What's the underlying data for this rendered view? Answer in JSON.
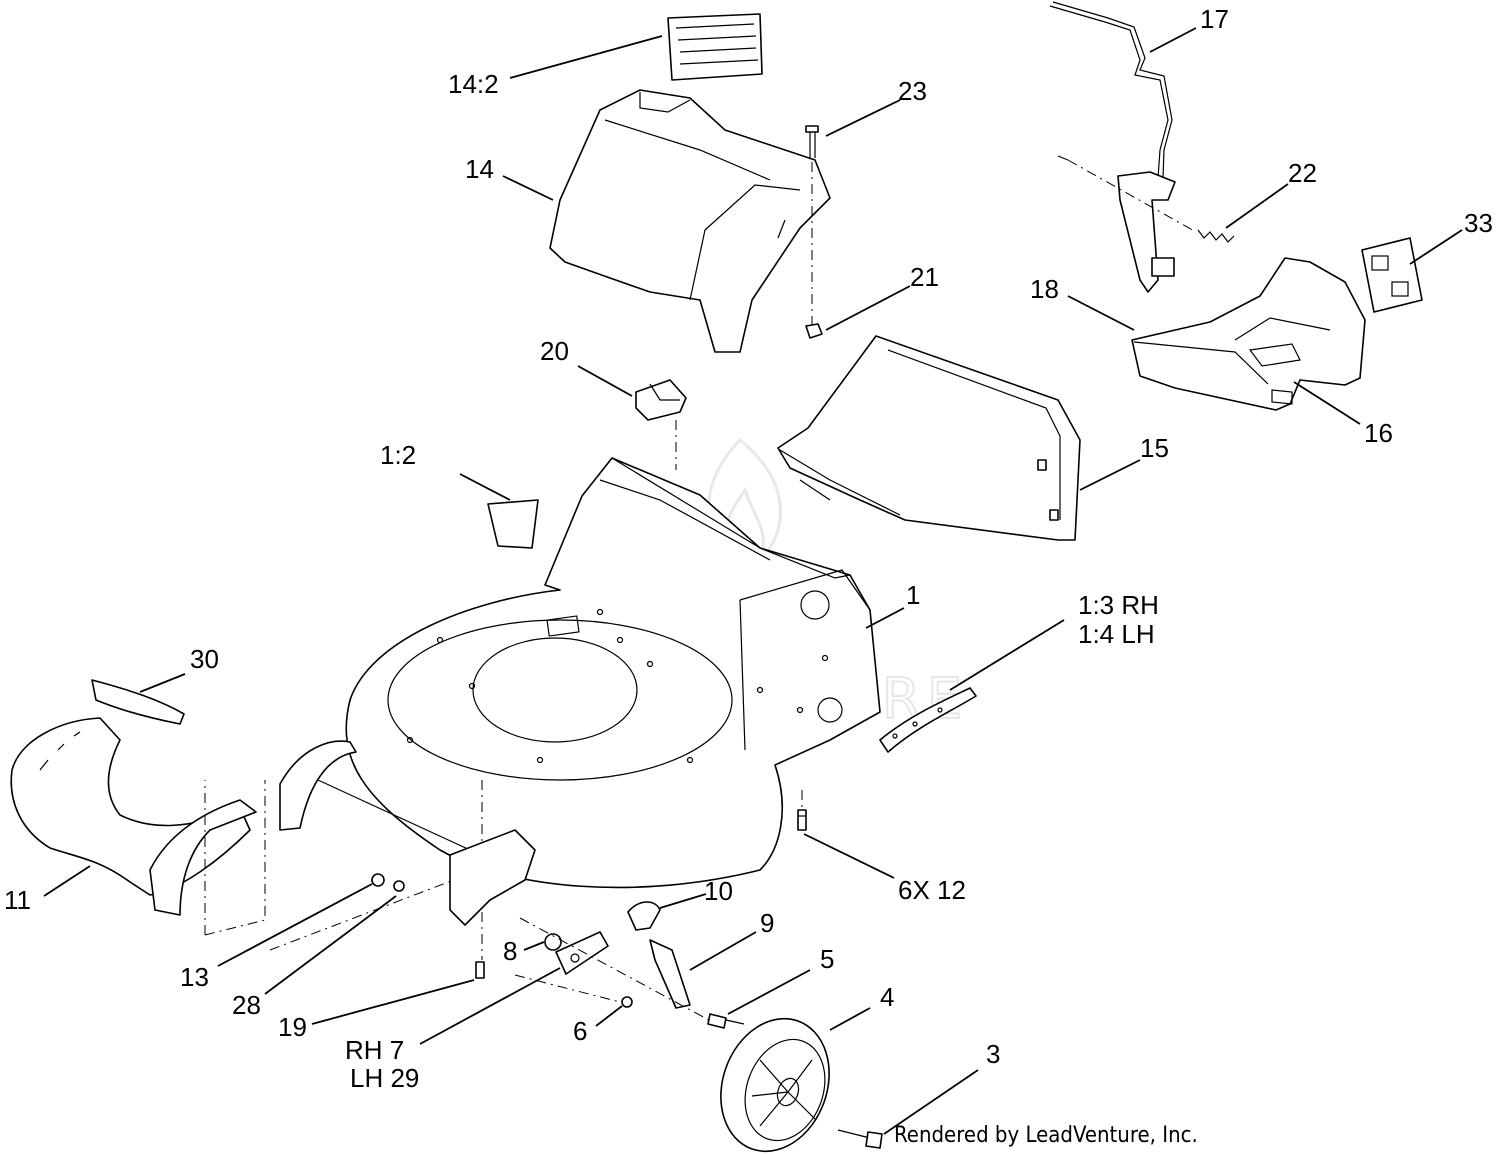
{
  "labels": [
    {
      "id": "p17",
      "text": "17"
    },
    {
      "id": "p14-2",
      "text": "14:2"
    },
    {
      "id": "p23",
      "text": "23"
    },
    {
      "id": "p14",
      "text": "14"
    },
    {
      "id": "p22",
      "text": "22"
    },
    {
      "id": "p33",
      "text": "33"
    },
    {
      "id": "p21",
      "text": "21"
    },
    {
      "id": "p18",
      "text": "18"
    },
    {
      "id": "p20",
      "text": "20"
    },
    {
      "id": "p16",
      "text": "16"
    },
    {
      "id": "p1-2",
      "text": "1:2"
    },
    {
      "id": "p15",
      "text": "15"
    },
    {
      "id": "p1",
      "text": "1"
    },
    {
      "id": "p1-3",
      "text": "1:3 RH"
    },
    {
      "id": "p1-4",
      "text": "1:4 LH"
    },
    {
      "id": "p30",
      "text": "30"
    },
    {
      "id": "p6x12",
      "text": "6X 12"
    },
    {
      "id": "p11",
      "text": "11"
    },
    {
      "id": "p10",
      "text": "10"
    },
    {
      "id": "p9",
      "text": "9"
    },
    {
      "id": "p13",
      "text": "13"
    },
    {
      "id": "p8",
      "text": "8"
    },
    {
      "id": "p5",
      "text": "5"
    },
    {
      "id": "p28",
      "text": "28"
    },
    {
      "id": "p4",
      "text": "4"
    },
    {
      "id": "p19",
      "text": "19"
    },
    {
      "id": "p6",
      "text": "6"
    },
    {
      "id": "p7",
      "text": "RH 7"
    },
    {
      "id": "p29",
      "text": "LH 29"
    },
    {
      "id": "p3",
      "text": "3"
    }
  ],
  "credit": "Rendered by LeadVenture, Inc.",
  "watermark": "LEADVENTURE"
}
